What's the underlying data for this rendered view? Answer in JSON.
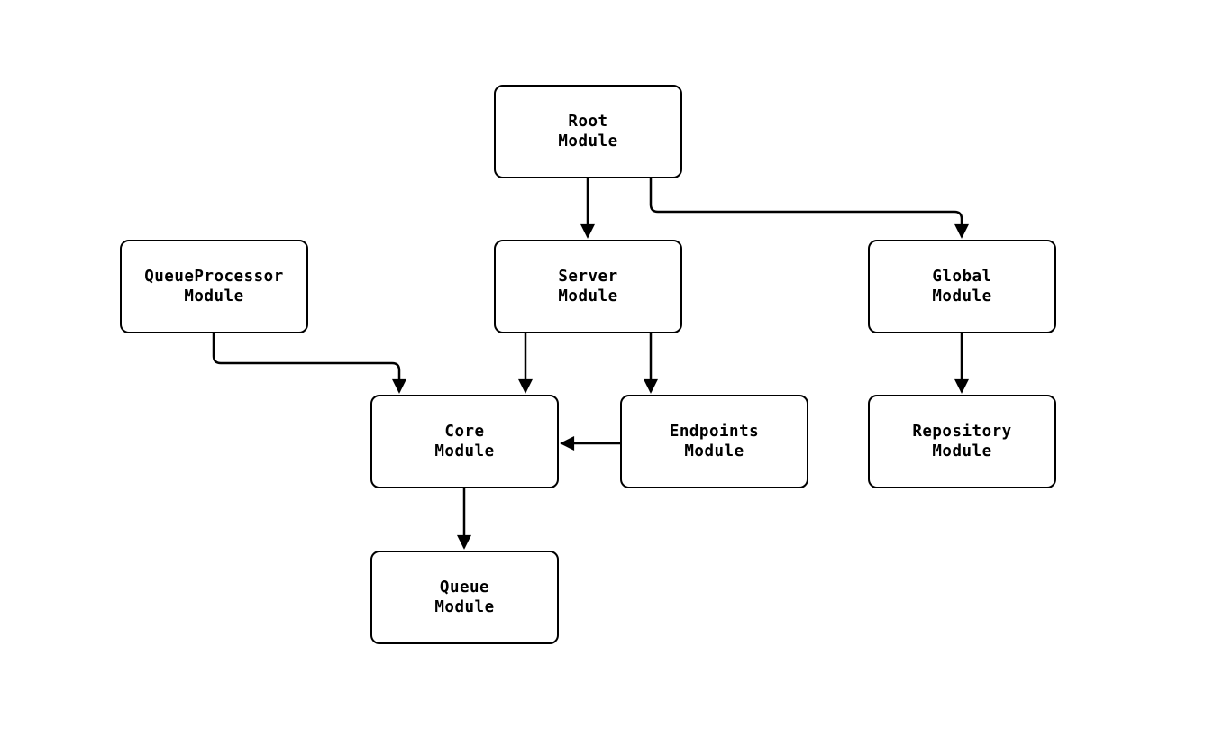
{
  "diagram": {
    "type": "module-dependency-flowchart",
    "background_color": "#ffffff",
    "node_fill_color": "#ffffff",
    "node_border_color": "#000000",
    "edge_color": "#000000",
    "nodes": {
      "root": {
        "line1": "Root",
        "line2": "Module"
      },
      "queueprocessor": {
        "line1": "QueueProcessor",
        "line2": "Module"
      },
      "server": {
        "line1": "Server",
        "line2": "Module"
      },
      "global": {
        "line1": "Global",
        "line2": "Module"
      },
      "core": {
        "line1": "Core",
        "line2": "Module"
      },
      "endpoints": {
        "line1": "Endpoints",
        "line2": "Module"
      },
      "repository": {
        "line1": "Repository",
        "line2": "Module"
      },
      "queue": {
        "line1": "Queue",
        "line2": "Module"
      }
    },
    "edges": [
      {
        "from": "root",
        "to": "server"
      },
      {
        "from": "root",
        "to": "global"
      },
      {
        "from": "queueprocessor",
        "to": "core"
      },
      {
        "from": "server",
        "to": "core"
      },
      {
        "from": "server",
        "to": "endpoints"
      },
      {
        "from": "endpoints",
        "to": "core"
      },
      {
        "from": "global",
        "to": "repository"
      },
      {
        "from": "core",
        "to": "queue"
      }
    ]
  }
}
